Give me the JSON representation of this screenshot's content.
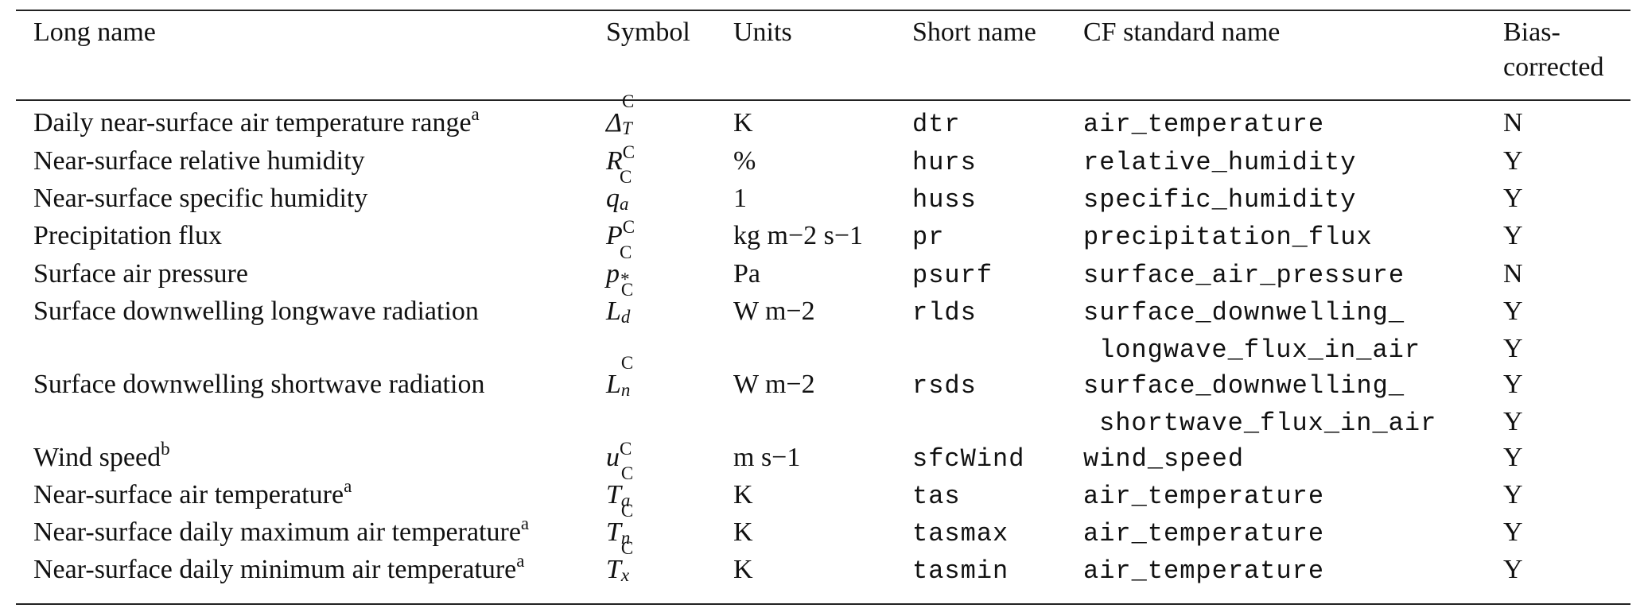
{
  "headers": {
    "long_name": "Long name",
    "symbol": "Symbol",
    "units": "Units",
    "short_name": "Short name",
    "cf_name": "CF standard name",
    "bias_line1": "Bias-",
    "bias_line2": "corrected"
  },
  "rows": [
    {
      "long": "Daily near-surface air temperature range",
      "note": "a",
      "sym_base": "Δ",
      "sym_sup": "C",
      "sym_sub": "T",
      "units": "K",
      "short": "dtr",
      "cf": "air_temperature",
      "bias": "N"
    },
    {
      "long": "Near-surface relative humidity",
      "note": "",
      "sym_base": "R",
      "sym_sup": "C",
      "sym_sub": "",
      "units": "%",
      "short": "hurs",
      "cf": "relative_humidity",
      "bias": "Y"
    },
    {
      "long": "Near-surface specific humidity",
      "note": "",
      "sym_base": "q",
      "sym_sup": "C",
      "sym_sub": "a",
      "units": "1",
      "short": "huss",
      "cf": "specific_humidity",
      "bias": "Y"
    },
    {
      "long": "Precipitation flux",
      "note": "",
      "sym_base": "P",
      "sym_sup": "C",
      "sym_sub": "",
      "units": "kg m−2 s−1",
      "short": "pr",
      "cf": "precipitation_flux",
      "bias": "Y"
    },
    {
      "long": "Surface air pressure",
      "note": "",
      "sym_base": "p",
      "sym_sup": "C",
      "sym_sub": "*",
      "units": "Pa",
      "short": "psurf",
      "cf": "surface_air_pressure",
      "bias": "N"
    },
    {
      "long": "Surface downwelling longwave radiation",
      "note": "",
      "sym_base": "L",
      "sym_sup": "C",
      "sym_sub": "d",
      "units": "W m−2",
      "short": "rlds",
      "cf": "surface_downwelling_",
      "cf2": "longwave_flux_in_air",
      "bias": "Y",
      "bias2": "Y"
    },
    {
      "long": "Surface downwelling shortwave radiation",
      "note": "",
      "sym_base": "L",
      "sym_sup": "C",
      "sym_sub": "n",
      "units": "W m−2",
      "short": "rsds",
      "cf": "surface_downwelling_",
      "cf2": "shortwave_flux_in_air",
      "bias": "Y",
      "bias2": "Y"
    },
    {
      "long": "Wind speed",
      "note": "b",
      "sym_base": "u",
      "sym_sup": "C",
      "sym_sub": "",
      "units": "m s−1",
      "short": "sfcWind",
      "cf": "wind_speed",
      "bias": "Y"
    },
    {
      "long": "Near-surface air temperature",
      "note": "a",
      "sym_base": "T",
      "sym_sup": "C",
      "sym_sub": "a",
      "units": "K",
      "short": "tas",
      "cf": "air_temperature",
      "bias": "Y"
    },
    {
      "long": "Near-surface daily maximum air temperature",
      "note": "a",
      "sym_base": "T",
      "sym_sup": "C",
      "sym_sub": "n",
      "units": "K",
      "short": "tasmax",
      "cf": "air_temperature",
      "bias": "Y"
    },
    {
      "long": "Near-surface daily minimum air temperature",
      "note": "a",
      "sym_base": "T",
      "sym_sup": "C",
      "sym_sub": "x",
      "units": "K",
      "short": "tasmin",
      "cf": "air_temperature",
      "bias": "Y"
    }
  ]
}
